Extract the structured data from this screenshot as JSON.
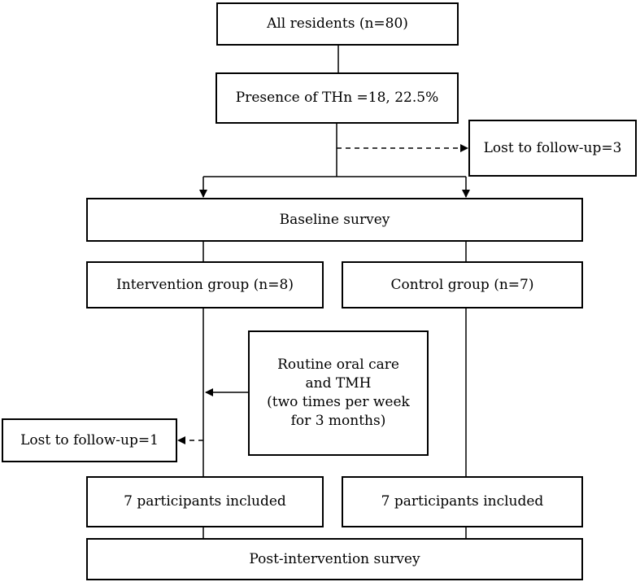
{
  "nodes": {
    "all_residents": "All residents (n=80)",
    "presence_thn": "Presence of THn =18, 22.5%",
    "lost_follow_up_top": "Lost to follow-up=3",
    "baseline_survey": "Baseline survey",
    "intervention_group": "Intervention group (n=8)",
    "control_group": "Control group (n=7)",
    "routine_care": [
      "Routine oral care",
      "and TMH",
      "(two times per week",
      "for 3 months)"
    ],
    "lost_follow_up_left": "Lost to follow-up=1",
    "intervention_included": "7 participants included",
    "control_included": "7 participants included",
    "post_intervention_survey": "Post-intervention survey"
  }
}
